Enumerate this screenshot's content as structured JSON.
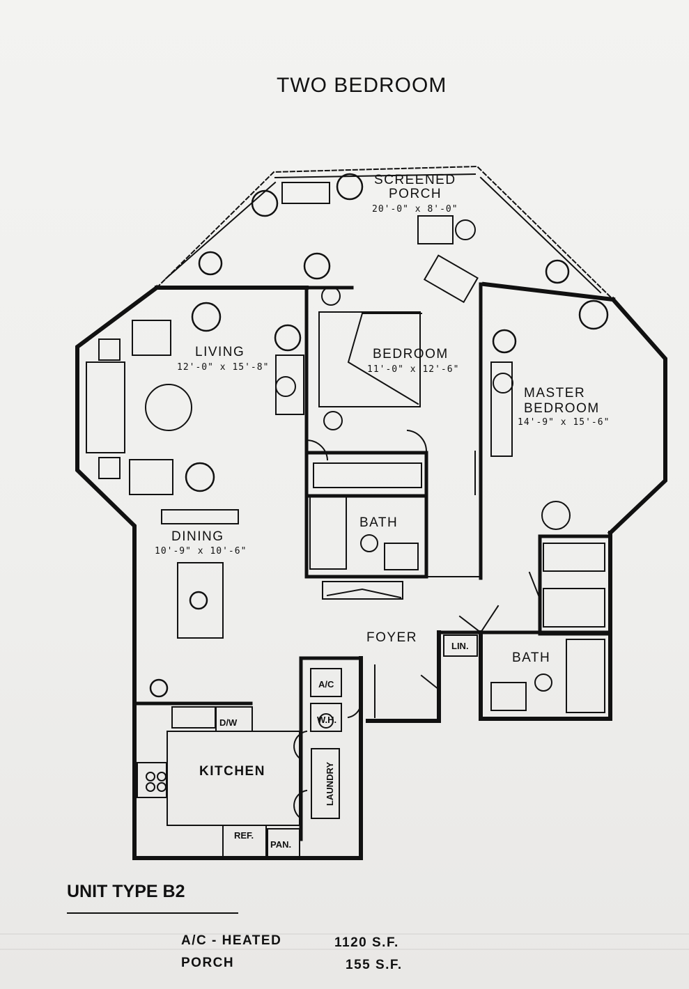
{
  "title": "TWO BEDROOM",
  "rooms": {
    "screened_porch": {
      "name_line1": "SCREENED",
      "name_line2": "PORCH",
      "dims": "20'-0\" x 8'-0\""
    },
    "living": {
      "name": "LIVING",
      "dims": "12'-0\" x 15'-8\""
    },
    "bedroom": {
      "name": "BEDROOM",
      "dims": "11'-0\" x 12'-6\""
    },
    "master_bedroom": {
      "name_line1": "MASTER",
      "name_line2": "BEDROOM",
      "dims": "14'-9\" x 15'-6\""
    },
    "bath_1": {
      "name": "BATH"
    },
    "dining": {
      "name": "DINING",
      "dims": "10'-9\" x 10'-6\""
    },
    "foyer": {
      "name": "FOYER"
    },
    "linen": {
      "name": "LIN."
    },
    "bath_2": {
      "name": "BATH"
    },
    "ac_closet": {
      "name": "A/C"
    },
    "water_heater": {
      "name": "W.H."
    },
    "dishwasher": {
      "name": "D/W"
    },
    "kitchen": {
      "name": "KITCHEN"
    },
    "laundry": {
      "name": "LAUNDRY"
    },
    "refrigerator": {
      "name": "REF."
    },
    "pantry": {
      "name": "PAN."
    }
  },
  "unit_type": "UNIT TYPE B2",
  "areas": [
    {
      "label": "A/C - HEATED",
      "value": "1120 S.F."
    },
    {
      "label": "PORCH",
      "value": "155 S.F."
    }
  ]
}
